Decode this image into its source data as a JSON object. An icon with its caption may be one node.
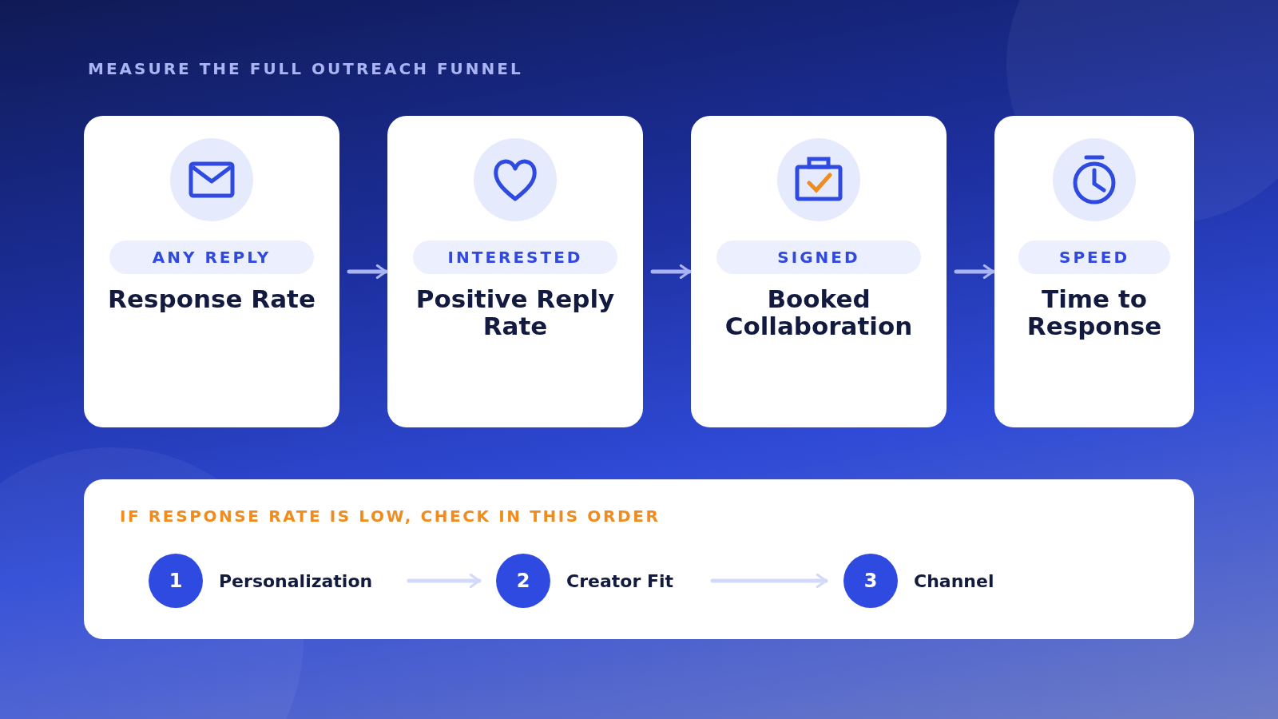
{
  "diagram": {
    "title": "MEASURE THE FULL OUTREACH FUNNEL",
    "nodes": [
      {
        "text": [
          "ANY REPLY",
          "Response Rate"
        ]
      },
      {
        "text": [
          "INTERESTED",
          "Positive Reply Rate"
        ]
      },
      {
        "text": [
          "SIGNED",
          "Booked Collaboration"
        ]
      },
      {
        "text": [
          "SPEED",
          "Time to Response"
        ]
      },
      {
        "text": [
          "IF RESPONSE RATE IS LOW, CHECK IN THIS ORDER"
        ]
      },
      {
        "text": [
          "1",
          "Personalization"
        ],
        "in": 4
      },
      {
        "text": [
          "2",
          "Creator Fit"
        ],
        "in": 4
      },
      {
        "text": [
          "3",
          "Channel"
        ],
        "in": 4
      }
    ],
    "edges": [
      {
        "from": 0,
        "to": 1,
        "arrow": "to"
      },
      {
        "from": 1,
        "to": 2,
        "arrow": "to"
      },
      {
        "from": 2,
        "to": 3,
        "arrow": "to"
      },
      {
        "from": 5,
        "to": 6,
        "arrow": "to",
        "color": "#d3d9f8"
      },
      {
        "from": 6,
        "to": 7,
        "arrow": "to",
        "color": "#d3d9f8"
      }
    ]
  }
}
